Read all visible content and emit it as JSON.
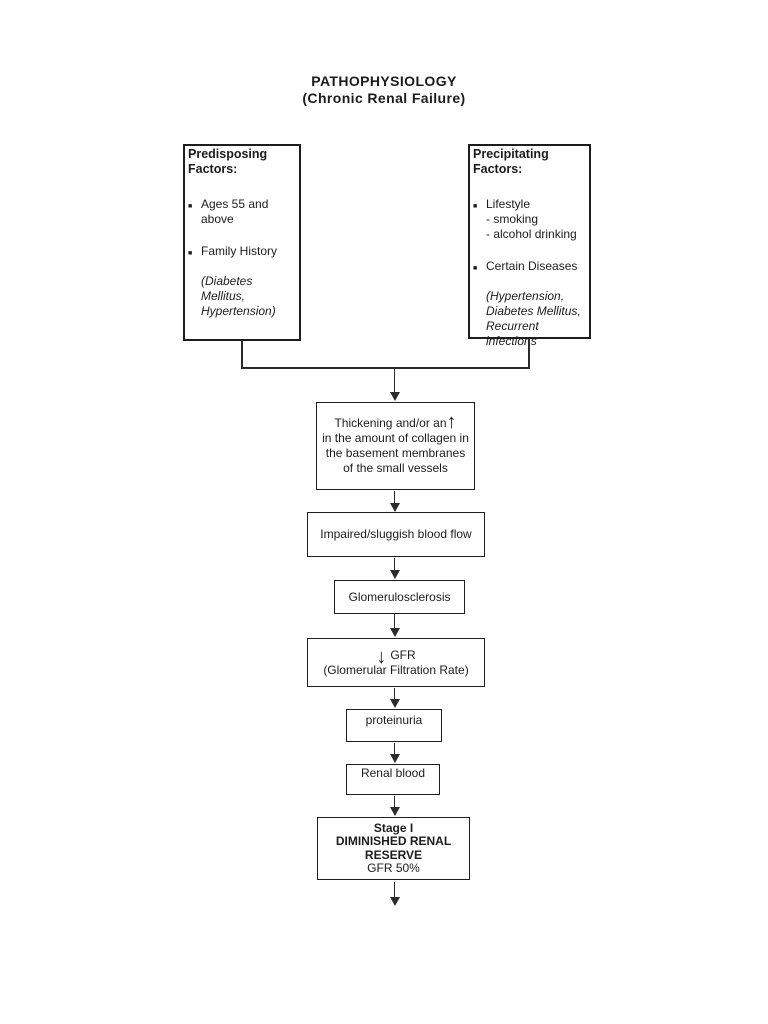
{
  "title": {
    "line1": "PATHOPHYSIOLOGY",
    "line2": "(Chronic Renal Failure)"
  },
  "bullet_glyph": "■",
  "predisposing": {
    "heading": "Predisposing Factors:",
    "item1": "Ages 55 and\nabove",
    "item2_name": "Family History",
    "item2_detail": "(Diabetes Mellitus,\nHypertension)"
  },
  "precipitating": {
    "heading": "Precipitating Factors:",
    "item1": "Lifestyle\n- smoking\n- alcohol drinking",
    "item2_name": "Certain Diseases",
    "item2_detail": "(Hypertension,\nDiabetes Mellitus,\nRecurrent\ninfections"
  },
  "flow": {
    "box1_line1": "Thickening and/or an",
    "box1_up_arrow": "↑",
    "box1_rest": "in the amount of collagen in\nthe basement membranes\nof the small vessels",
    "box2_label": "Impaired/sluggish blood flow",
    "box3_label": "Glomerulosclerosis",
    "box4_down_arrow": "↓",
    "box4_line1": "GFR",
    "box4_line2": "(Glomerular Filtration Rate)",
    "box5_label": "proteinuria",
    "box6_label": "Renal blood",
    "box7_line1": "Stage I",
    "box7_line2": "DIMINISHED RENAL RESERVE",
    "box7_line3": "GFR 50%"
  }
}
